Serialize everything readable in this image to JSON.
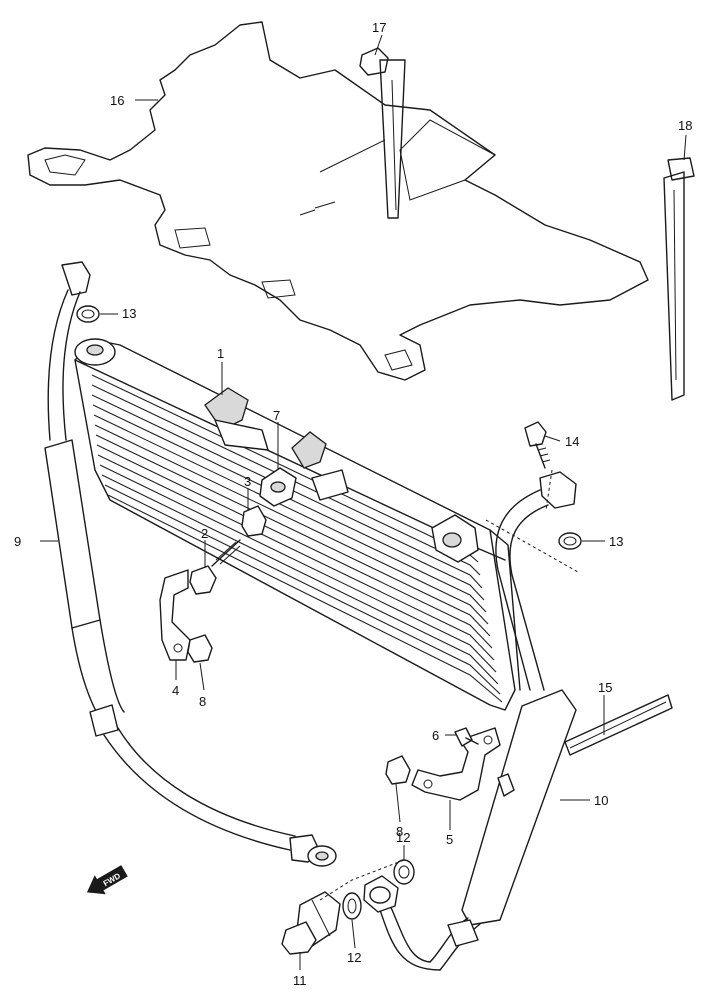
{
  "callouts": {
    "c1": "1",
    "c2": "2",
    "c3": "3",
    "c4": "4",
    "c5": "5",
    "c6": "6",
    "c7": "7",
    "c8a": "8",
    "c8b": "8",
    "c9": "9",
    "c10": "10",
    "c11": "11",
    "c12a": "12",
    "c12b": "12",
    "c13a": "13",
    "c13b": "13",
    "c14": "14",
    "c15": "15",
    "c16": "16",
    "c17": "17",
    "c18": "18"
  },
  "front_arrow": {
    "label": "FWD",
    "icon": "front-direction-arrow-icon"
  }
}
